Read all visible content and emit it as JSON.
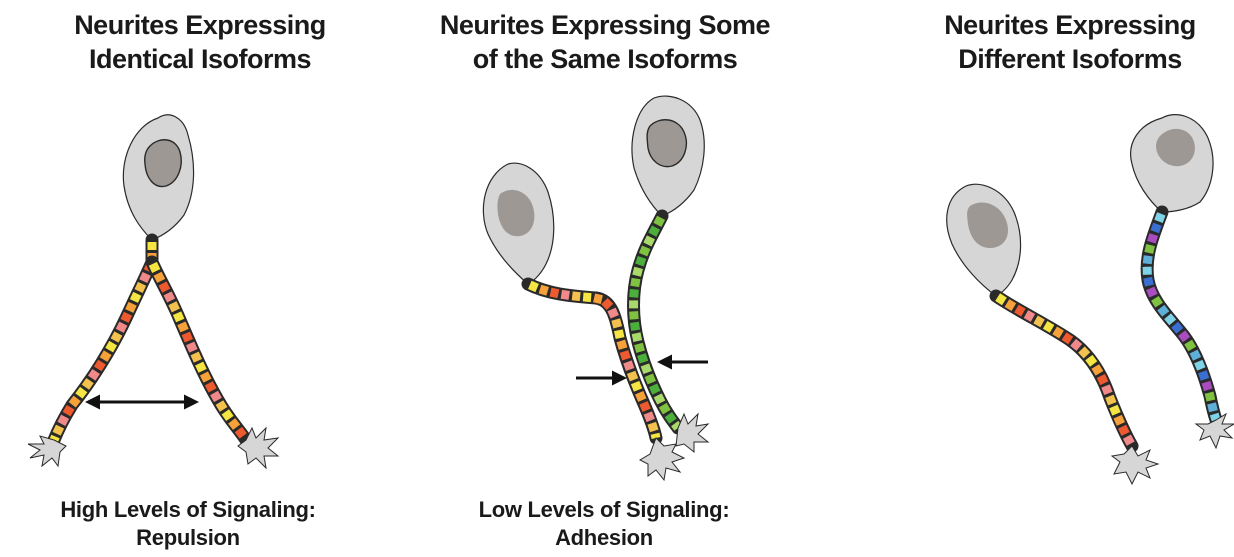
{
  "panels": [
    {
      "title_lines": [
        "Neurites Expressing",
        "Identical Isoforms"
      ],
      "caption_lines": [
        "High Levels of Signaling:",
        "Repulsion"
      ]
    },
    {
      "title_lines": [
        "Neurites Expressing Some",
        "of the Same Isoforms"
      ],
      "caption_lines": [
        "Low Levels of Signaling:",
        "Adhesion"
      ]
    },
    {
      "title_lines": [
        "Neurites Expressing",
        "Different Isoforms"
      ],
      "caption_lines": []
    }
  ],
  "colors": {
    "soma_fill": "#d6d6d6",
    "nucleus_fill": "#9e9894",
    "outline": "#2a2a2a",
    "arrow": "#111111",
    "segment_palette_warm": [
      "#f4e542",
      "#f7a13a",
      "#ee5a2f",
      "#f08a8a",
      "#f2c14e"
    ],
    "segment_palette_cool": [
      "#7fc241",
      "#4caf3c",
      "#a8d96a"
    ],
    "segment_palette_mixed": [
      "#7fd3e6",
      "#3a6fd1",
      "#a84cc0",
      "#7fc241",
      "#5fb0d8"
    ]
  }
}
